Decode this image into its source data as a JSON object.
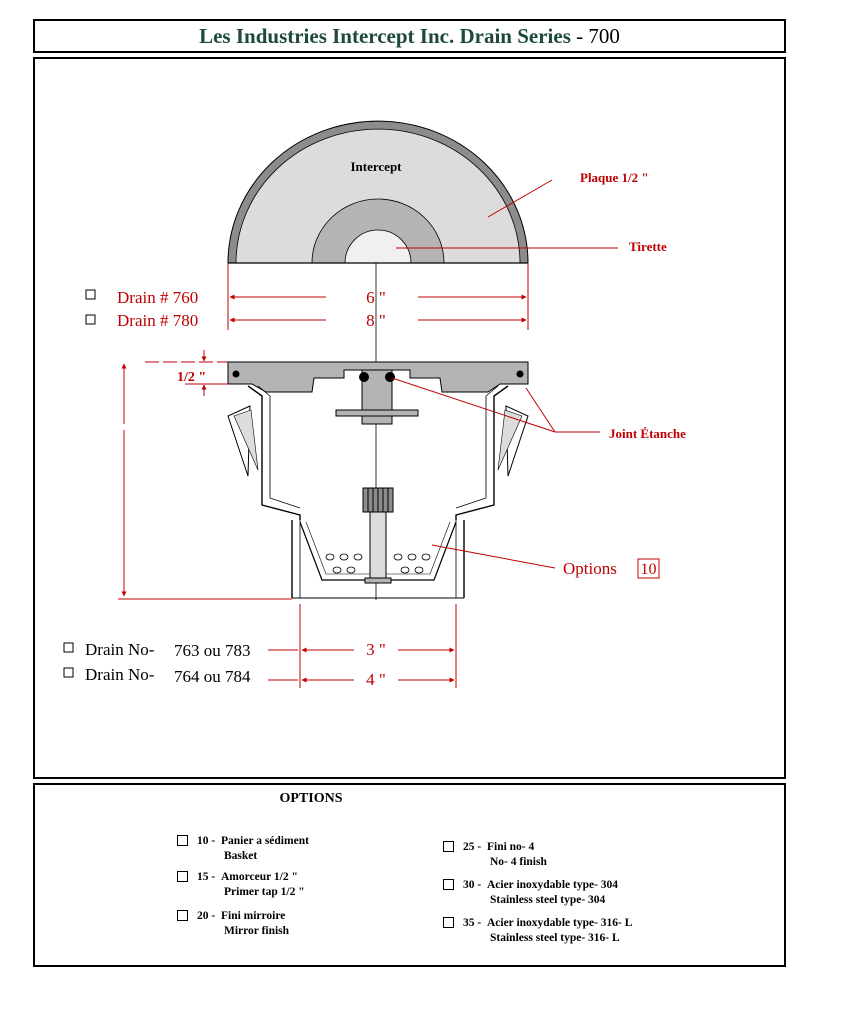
{
  "header": {
    "title_text": "Les Industries Intercept Inc.  Drain Series",
    "series_number": "- 700"
  },
  "drawing": {
    "brand_label": "Intercept",
    "labels": {
      "plaque": "Plaque 1/2 \"",
      "tirette": "Tirette",
      "joint": "Joint Étanche",
      "options": "Options",
      "options_ref": "10"
    },
    "top_models": [
      {
        "label": "Drain # 760",
        "dimension": "6 \""
      },
      {
        "label": "Drain # 780",
        "dimension": "8 \""
      }
    ],
    "thickness": "1/2 \"",
    "bottom_models": [
      {
        "prefix": "Drain No-",
        "numbers": "763 ou 783",
        "dimension": "3 \""
      },
      {
        "prefix": "Drain No-",
        "numbers": "764 ou 784",
        "dimension": "4 \""
      }
    ],
    "colors": {
      "annotation": "#c00000",
      "steel": "#b4b4b4",
      "steel_light": "#d8d8d8",
      "title": "#1e4a3a"
    }
  },
  "options": {
    "title": "OPTIONS",
    "items": [
      {
        "code": "10 -",
        "fr": "Panier a sédiment",
        "en": "Basket"
      },
      {
        "code": "15 -",
        "fr": "Amorceur 1/2 \"",
        "en": "Primer tap  1/2 \""
      },
      {
        "code": "20 -",
        "fr": "Fini mirroire",
        "en": "Mirror finish"
      },
      {
        "code": "25 -",
        "fr": "Fini no- 4",
        "en": "No- 4 finish"
      },
      {
        "code": "30 -",
        "fr": "Acier inoxydable type- 304",
        "en": "Stainless steel type- 304"
      },
      {
        "code": "35 -",
        "fr": "Acier inoxydable type- 316- L",
        "en": "Stainless steel type- 316- L"
      }
    ]
  }
}
